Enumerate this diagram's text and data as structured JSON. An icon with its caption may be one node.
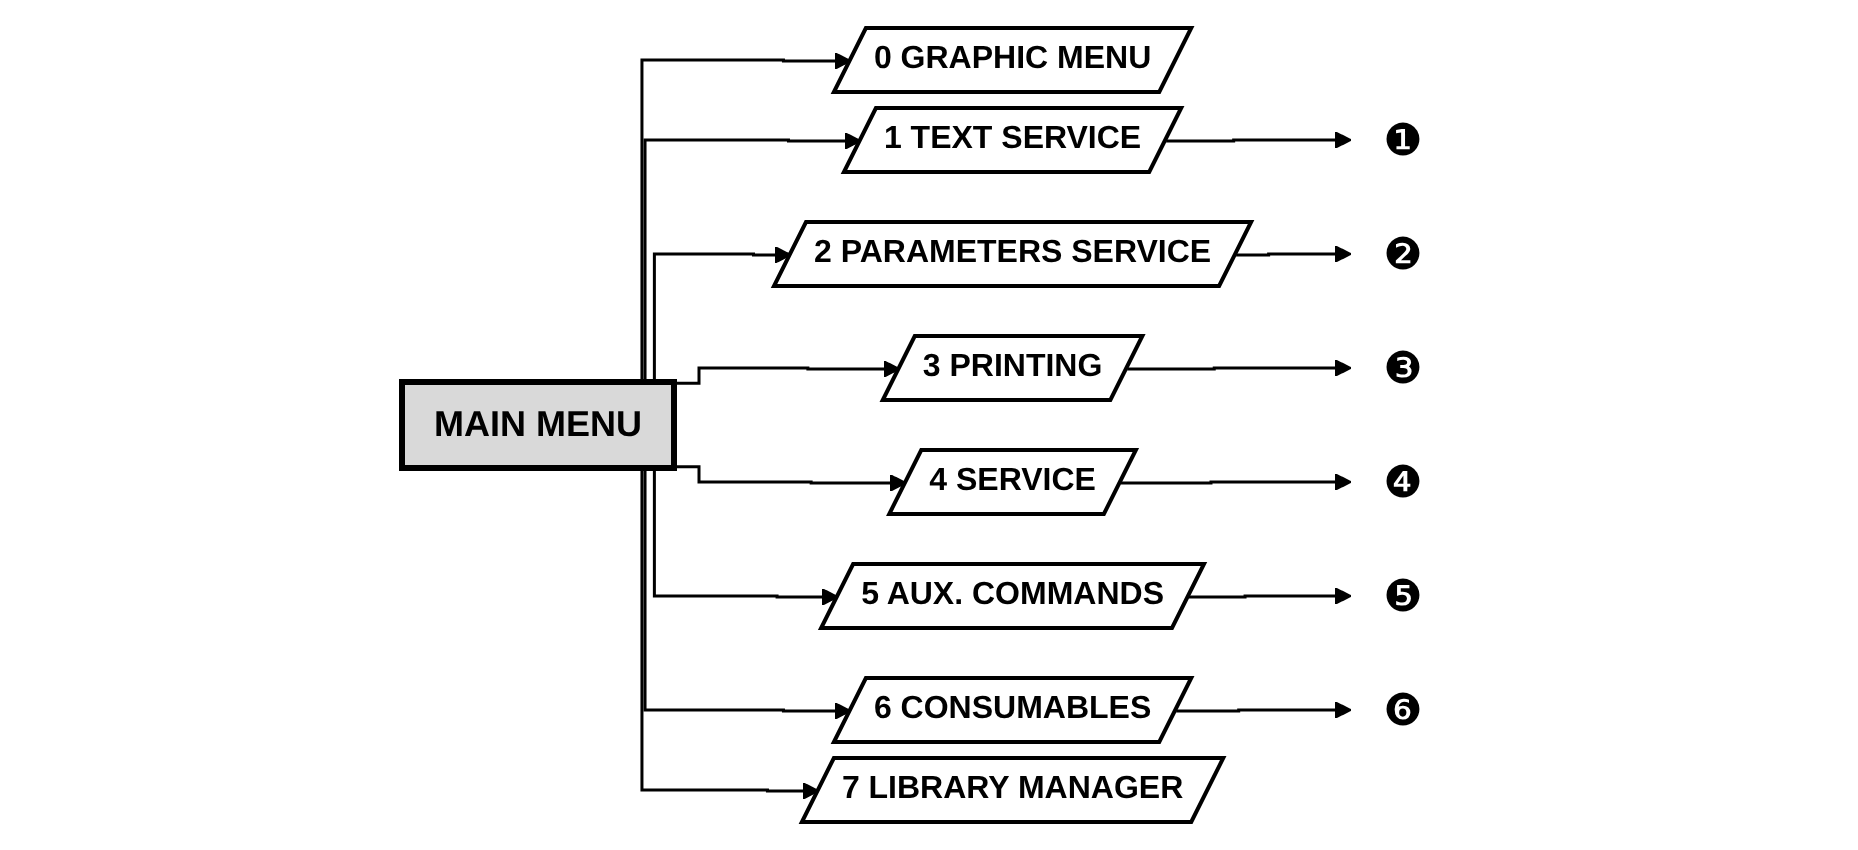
{
  "diagram": {
    "nodes": [
      {
        "text": [
          "MAIN MENU"
        ]
      },
      {
        "text": [
          "0 GRAPHIC MENU"
        ]
      },
      {
        "text": [
          "1 TEXT SERVICE"
        ]
      },
      {
        "text": [
          "2 PARAMETERS SERVICE"
        ]
      },
      {
        "text": [
          "3 PRINTING"
        ]
      },
      {
        "text": [
          "4 SERVICE"
        ]
      },
      {
        "text": [
          "5 AUX. COMMANDS"
        ]
      },
      {
        "text": [
          "6 CONSUMABLES"
        ]
      },
      {
        "text": [
          "7 LIBRARY MANAGER"
        ]
      },
      {
        "text": [
          "❶"
        ]
      },
      {
        "text": [
          "❷"
        ]
      },
      {
        "text": [
          "❸"
        ]
      },
      {
        "text": [
          "❹"
        ]
      },
      {
        "text": [
          "❺"
        ]
      },
      {
        "text": [
          "❻"
        ]
      }
    ],
    "edges": [
      {
        "from": 0,
        "to": 1,
        "arrow": "to"
      },
      {
        "from": 0,
        "to": 2,
        "arrow": "to"
      },
      {
        "from": 0,
        "to": 3,
        "arrow": "to"
      },
      {
        "from": 0,
        "to": 4,
        "arrow": "to"
      },
      {
        "from": 0,
        "to": 5,
        "arrow": "to"
      },
      {
        "from": 0,
        "to": 6,
        "arrow": "to"
      },
      {
        "from": 0,
        "to": 7,
        "arrow": "to"
      },
      {
        "from": 0,
        "to": 8,
        "arrow": "to"
      },
      {
        "from": 2,
        "to": 9,
        "arrow": "to"
      },
      {
        "from": 3,
        "to": 10,
        "arrow": "to"
      },
      {
        "from": 4,
        "to": 11,
        "arrow": "to"
      },
      {
        "from": 5,
        "to": 12,
        "arrow": "to"
      },
      {
        "from": 6,
        "to": 13,
        "arrow": "to"
      },
      {
        "from": 7,
        "to": 14,
        "arrow": "to"
      }
    ]
  }
}
